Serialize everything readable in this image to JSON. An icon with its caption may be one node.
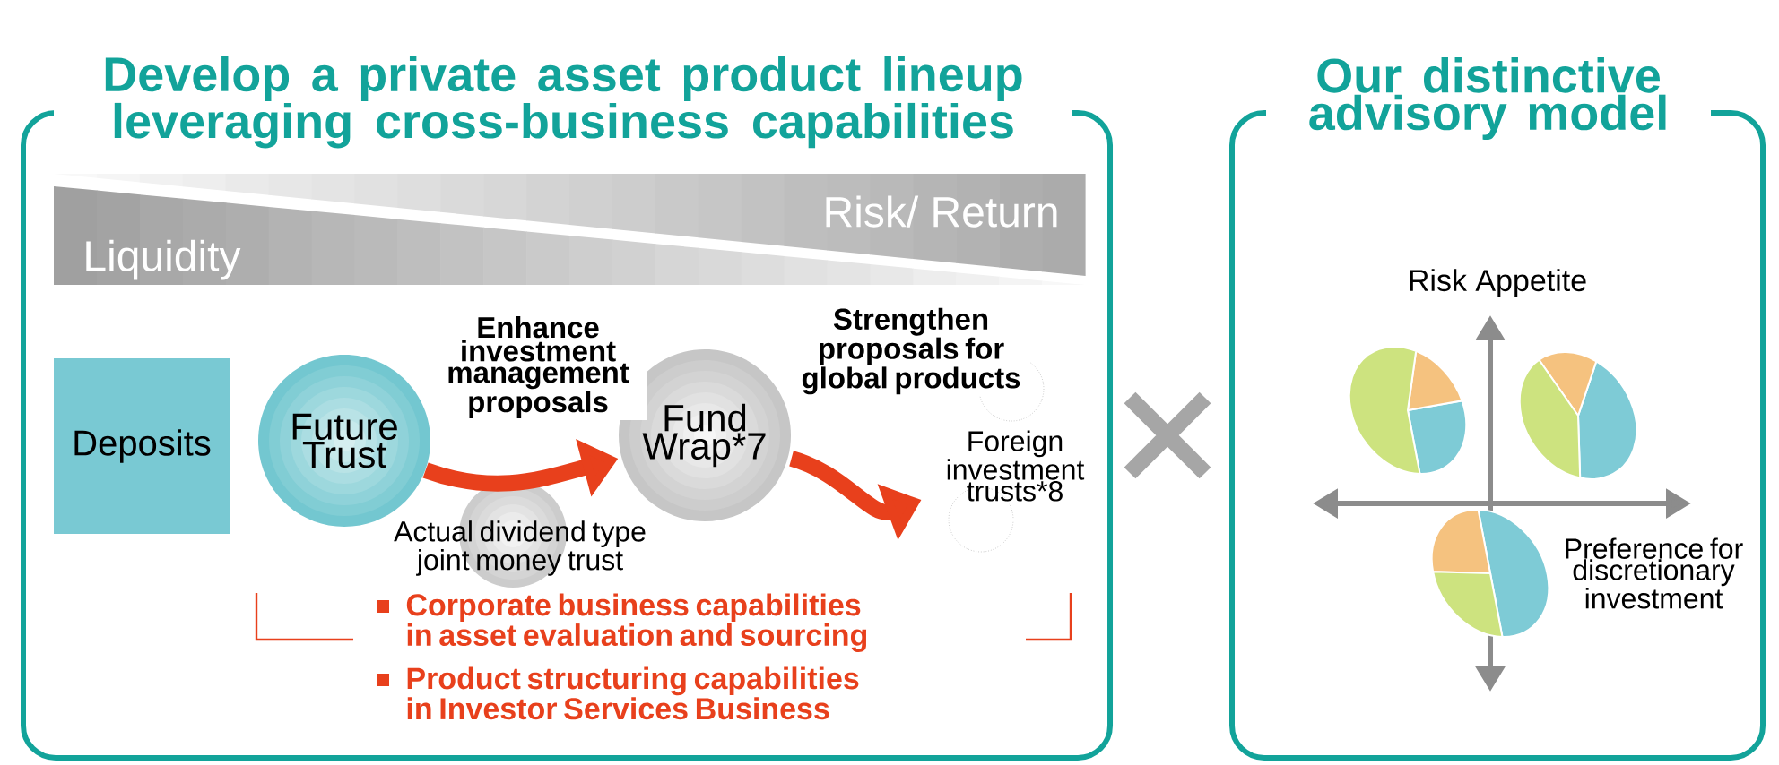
{
  "diagram": {
    "nodes": [
      {
        "text": [
          "Develop a private asset product lineup leveraging cross-business capabilities"
        ]
      },
      {
        "text": [
          "Deposits"
        ],
        "in": 0
      },
      {
        "text": [
          "Future Trust"
        ],
        "in": 0
      },
      {
        "text": [
          "Fund Wrap*7"
        ],
        "in": 0
      },
      {
        "text": [
          "Foreign investment trusts*8"
        ],
        "in": 0
      },
      {
        "text": [
          "Actual dividend type joint money trust"
        ],
        "in": 0
      },
      {
        "text": [
          "Our distinctive advisory model"
        ]
      }
    ],
    "edges": [
      {
        "from": 2,
        "to": 3,
        "arrow": "to",
        "label": "Enhance investment management proposals"
      },
      {
        "from": 3,
        "to": 4,
        "arrow": "to",
        "label": "Strengthen proposals for global products"
      }
    ],
    "labels": [
      "Risk/ Return",
      "Liquidity",
      "Corporate business capabilities in asset evaluation and sourcing",
      "Product structuring capabilities in Investor Services Business",
      "Risk Appetite",
      "Preference for discretionary investment"
    ]
  }
}
